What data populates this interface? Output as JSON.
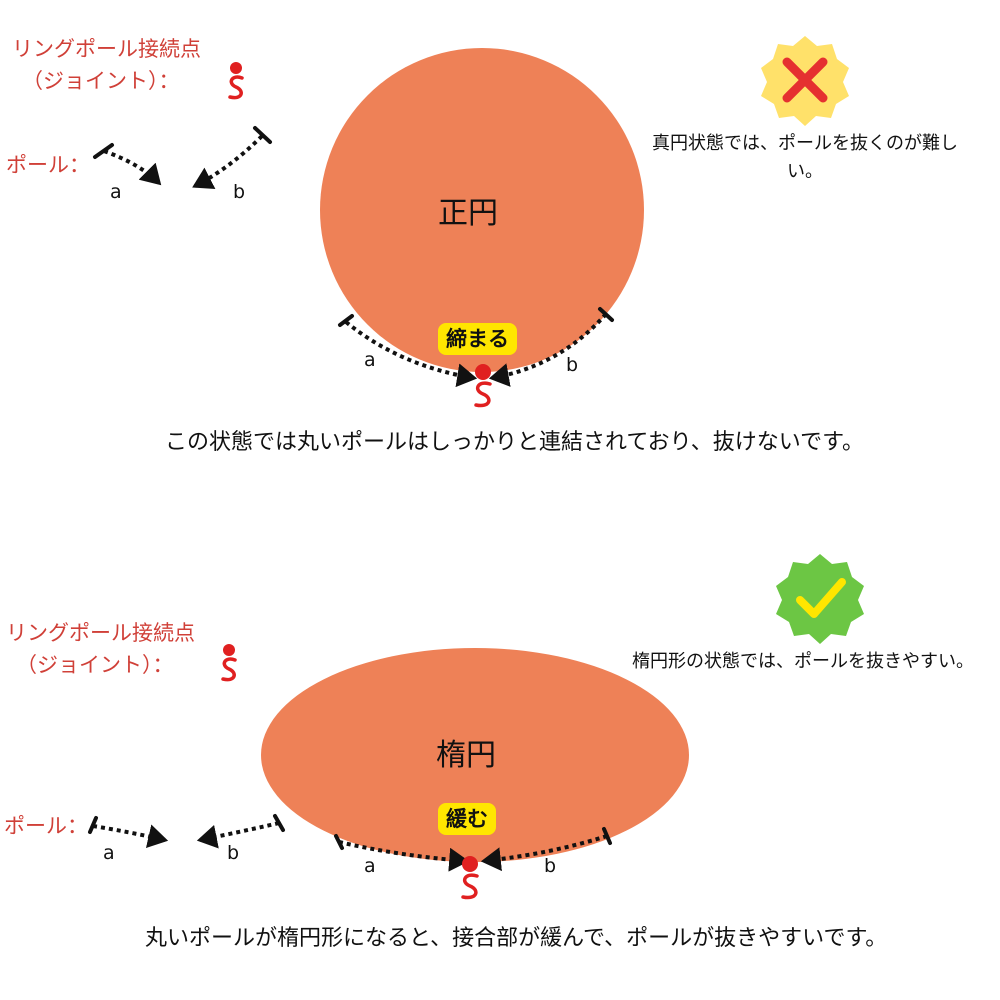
{
  "top": {
    "legend": {
      "joint_line1": "リングポール接続点",
      "joint_line2": "（ジョイント）：",
      "pole_label": "ポール：",
      "a": "a",
      "b": "b"
    },
    "shape_label": "正円",
    "badge": "締まる",
    "arc_a": "a",
    "arc_b": "b",
    "caption": "この状態では丸いポールはしっかりと連結されており、抜けないです。",
    "verdict": {
      "icon": "x-mark-icon",
      "color": "#e53030",
      "text": "真円状態では、ポールを抜くのが難しい。"
    }
  },
  "bottom": {
    "legend": {
      "joint_line1": "リングポール接続点",
      "joint_line2": "（ジョイント）：",
      "pole_label": "ポール：",
      "a": "a",
      "b": "b"
    },
    "shape_label": "楕円",
    "badge": "緩む",
    "arc_a": "a",
    "arc_b": "b",
    "caption": "丸いポールが楕円形になると、接合部が緩んで、ポールが抜きやすいです。",
    "verdict": {
      "icon": "check-mark-icon",
      "color": "#6cc644",
      "text": "楕円形の状態では、ポールを抜きやすい。"
    }
  },
  "colors": {
    "shape_fill": "#ee8157",
    "joint_red": "#e02020",
    "badge_yellow": "#ffe600",
    "legend_red": "#d04038"
  }
}
